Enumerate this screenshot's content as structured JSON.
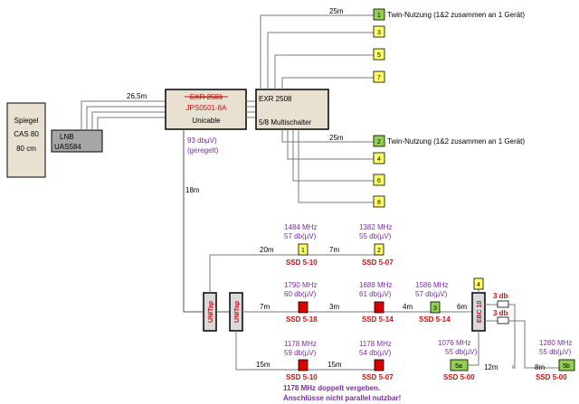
{
  "dish": {
    "line1": "Spiegel",
    "line2": "CAS 80",
    "line3": "80 cm"
  },
  "lnb": {
    "line1": "LNB",
    "line2": "UAS584"
  },
  "lnb_to_unicable_length": "26,5m",
  "unicable": {
    "struck_model": "EXR 2501",
    "model": "JPS0501-8A",
    "label": "Unicable"
  },
  "multiswitch": {
    "model": "EXR 2508",
    "label": "5/8 Multischalter"
  },
  "unicable_output": {
    "level": "93 dbµV)",
    "note": "(geregelt)"
  },
  "trunk_length": "18m",
  "multiswitch_outputs": {
    "length_top": "25m",
    "length_mid": "25m",
    "twin_note_1": "Twin-Nutzung (1&2 zusammen an 1 Gerät)",
    "twin_note_2": "Twin-Nutzung (1&2 zusammen an 1 Gerät)",
    "boxes": [
      "1",
      "3",
      "5",
      "7",
      "2",
      "4",
      "6",
      "8"
    ]
  },
  "tap1_label": "UNITap",
  "tap2_label": "UNITap",
  "branch_top": {
    "len_a": "20m",
    "len_b": "7m",
    "outlets": [
      {
        "box": "1",
        "mhz": "1484 MHz",
        "dbuv": "57 db(µV)",
        "ssd": "SSD 5-10"
      },
      {
        "box": "2",
        "mhz": "1382 MHz",
        "dbuv": "55 db(µV)",
        "ssd": "SSD 5-07"
      }
    ]
  },
  "branch_mid": {
    "len_a": "7m",
    "len_b": "3m",
    "len_c": "4m",
    "len_d": "6m",
    "outlets": [
      {
        "box": "",
        "mhz": "1790 MHz",
        "dbuv": "60 db(µV)",
        "ssd": "SSD 5-18"
      },
      {
        "box": "",
        "mhz": "1688 MHz",
        "dbuv": "61 db(µV)",
        "ssd": "SSD 5-14"
      },
      {
        "box": "3",
        "mhz": "1586 MHz",
        "dbuv": "57 db(µV)",
        "ssd": "SSD 5-14"
      }
    ]
  },
  "ebc": {
    "label": "EBC 10",
    "box_above": "4",
    "att1": "3 db",
    "att2": "3 db",
    "len_a": "12m",
    "len_b": "8m",
    "outlets": [
      {
        "box": "5a",
        "mhz": "1076 MHz",
        "dbuv": "55 db(µV)",
        "ssd": "SSD 5-00"
      },
      {
        "box": "5b",
        "mhz": "1280 MHz",
        "dbuv": "55 db(µV)",
        "ssd": "SSD 5-00"
      }
    ]
  },
  "branch_bottom": {
    "len_a": "15m",
    "len_b": "15m",
    "outlets": [
      {
        "box": "",
        "mhz": "1178 MHz",
        "dbuv": "59 db(µV)",
        "ssd": "SSD 5-10"
      },
      {
        "box": "",
        "mhz": "1178 MHz",
        "dbuv": "54 db(µV)",
        "ssd": "SSD 5-07"
      }
    ]
  },
  "warning": {
    "line1": "1178 MHz doppelt vergeben.",
    "line2": "Anschlüsse nicht parallel nutzbar!"
  },
  "colors": {
    "yellow": "#ffff66",
    "green": "#92d050",
    "red": "#dd0000",
    "box_grey": "#e8e0d0",
    "lnb_grey": "#a6a6a6",
    "tap_grey": "#d9d9d9",
    "purple": "#7b2fa0"
  }
}
